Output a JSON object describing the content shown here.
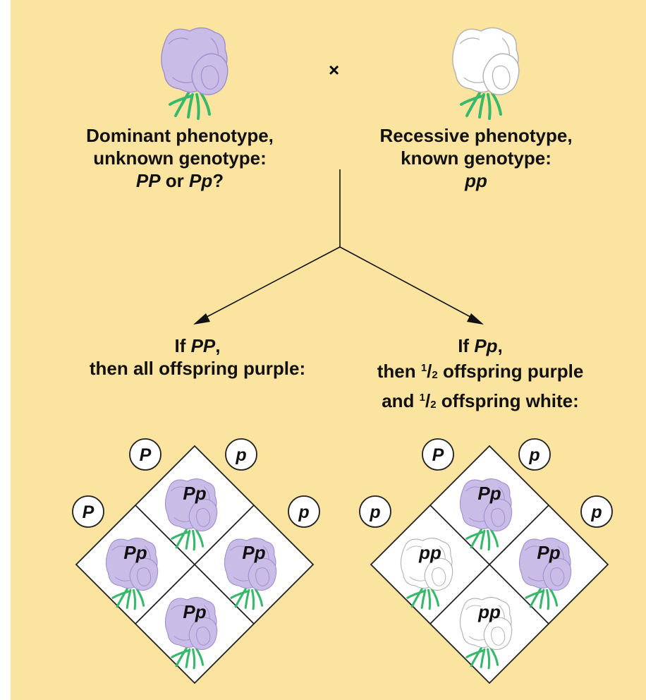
{
  "cross_symbol": "×",
  "parents": {
    "left": {
      "flower_color": "purple",
      "line1": "Dominant phenotype,",
      "line2": "unknown genotype:",
      "line3_a": "PP",
      "line3_b": " or ",
      "line3_c": "Pp",
      "line3_d": "?"
    },
    "right": {
      "flower_color": "white",
      "line1": "Recessive phenotype,",
      "line2": "known genotype:",
      "line3": "pp"
    }
  },
  "outcomes": {
    "left": {
      "line1_a": "If ",
      "line1_b": "PP",
      "line1_c": ",",
      "line2": "then all offspring purple:"
    },
    "right": {
      "line1_a": "If ",
      "line1_b": "Pp",
      "line1_c": ",",
      "line2_a": "then ",
      "line2_frac_num": "1",
      "line2_frac_den": "2",
      "line2_b": " offspring purple",
      "line3_a": "and ",
      "line3_frac_num": "1",
      "line3_frac_den": "2",
      "line3_b": " offspring white:"
    }
  },
  "punnett_squares": [
    {
      "name": "if-PP",
      "top_gametes": [
        "P",
        "p"
      ],
      "side_gametes": [
        "P",
        "p"
      ],
      "cells": [
        {
          "position": "top",
          "genotype": "Pp",
          "color": "purple"
        },
        {
          "position": "left",
          "genotype": "Pp",
          "color": "purple"
        },
        {
          "position": "right",
          "genotype": "Pp",
          "color": "purple"
        },
        {
          "position": "bottom",
          "genotype": "Pp",
          "color": "purple"
        }
      ]
    },
    {
      "name": "if-Pp",
      "top_gametes": [
        "P",
        "p"
      ],
      "side_gametes": [
        "p",
        "p"
      ],
      "cells": [
        {
          "position": "top",
          "genotype": "Pp",
          "color": "purple"
        },
        {
          "position": "left",
          "genotype": "pp",
          "color": "white"
        },
        {
          "position": "right",
          "genotype": "Pp",
          "color": "purple"
        },
        {
          "position": "bottom",
          "genotype": "pp",
          "color": "white"
        }
      ]
    }
  ],
  "colors": {
    "background": "#fbe3a0",
    "purple_flower": "#c9bce6",
    "purple_outline": "#a08fcf",
    "white_flower": "#ffffff",
    "white_outline": "#b0b0b0",
    "stem": "#37b86b"
  }
}
